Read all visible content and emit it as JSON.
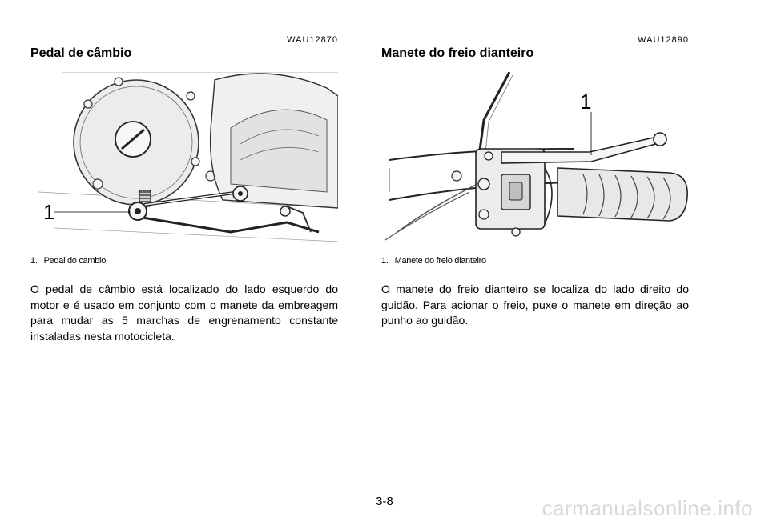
{
  "left": {
    "code": "WAU12870",
    "title": "Pedal de câmbio",
    "figure_label": "1",
    "caption_number": "1.",
    "caption_text": "Pedal do cambio",
    "paragraph": "O pedal de câmbio está localizado do lado esquerdo do motor e é usado em conjunto com o manete da embreagem para mudar as 5 marchas de engrenamento constante instaladas nesta motocicleta."
  },
  "right": {
    "code": "WAU12890",
    "title": "Manete do freio dianteiro",
    "figure_label": "1",
    "caption_number": "1.",
    "caption_text": "Manete do freio dianteiro",
    "paragraph": "O manete do freio dianteiro se localiza do lado direito do guidão. Para acionar o freio, puxe o manete em direção ao punho ao guidão."
  },
  "page_number": "3-8",
  "watermark": "carmanualsonline.info"
}
